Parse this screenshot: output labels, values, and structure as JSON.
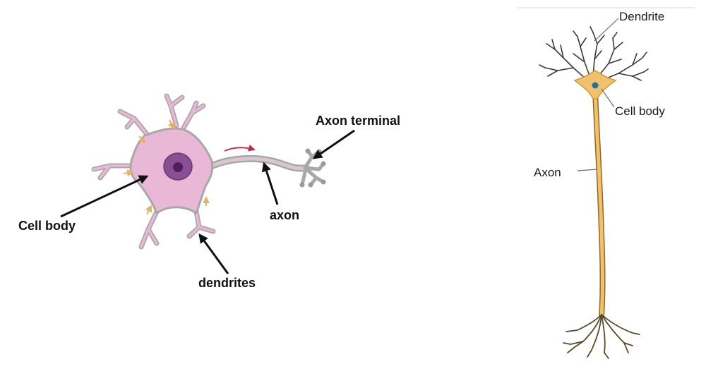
{
  "left_diagram": {
    "labels": {
      "axon_terminal": "Axon terminal",
      "axon": "axon",
      "cell_body": "Cell body",
      "dendrites": "dendrites"
    }
  },
  "right_diagram": {
    "labels": {
      "dendrite": "Dendrite",
      "cell_body": "Cell body",
      "axon": "Axon"
    }
  },
  "colors": {
    "left_cell_fill": "#e8b8d6",
    "left_cell_outline": "#a8a8a8",
    "left_nucleus": "#8a4e92",
    "left_nucleolus": "#4e1f5c",
    "flow_arrow_small": "#e5b26a",
    "flow_arrow_red": "#b8334a",
    "right_body_fill": "#f3c16d",
    "right_axon_outline": "#8a6a2a",
    "right_nucleus": "#2b6f96",
    "right_dendrite_stroke": "#3a3a3a"
  }
}
